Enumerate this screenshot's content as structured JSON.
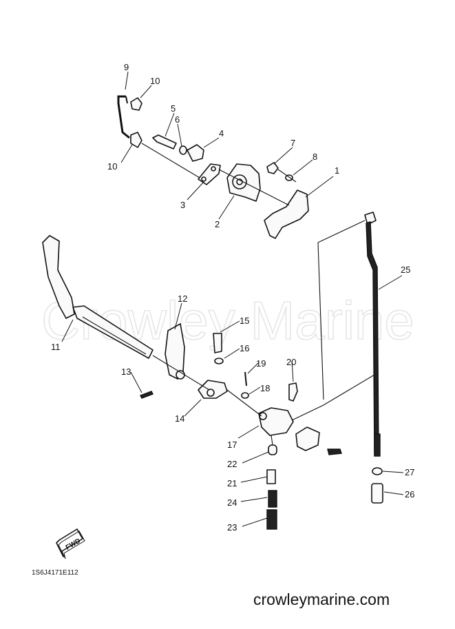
{
  "watermark": "Crowley Marine",
  "drawing_code": "1S6J4171E112",
  "site_url": "crowleymarine.com",
  "direction_label": "FWD",
  "callouts": [
    "1",
    "2",
    "3",
    "4",
    "5",
    "6",
    "7",
    "8",
    "9",
    "10",
    "10",
    "11",
    "12",
    "13",
    "14",
    "15",
    "16",
    "17",
    "18",
    "19",
    "20",
    "21",
    "22",
    "23",
    "24",
    "25",
    "26",
    "27"
  ]
}
